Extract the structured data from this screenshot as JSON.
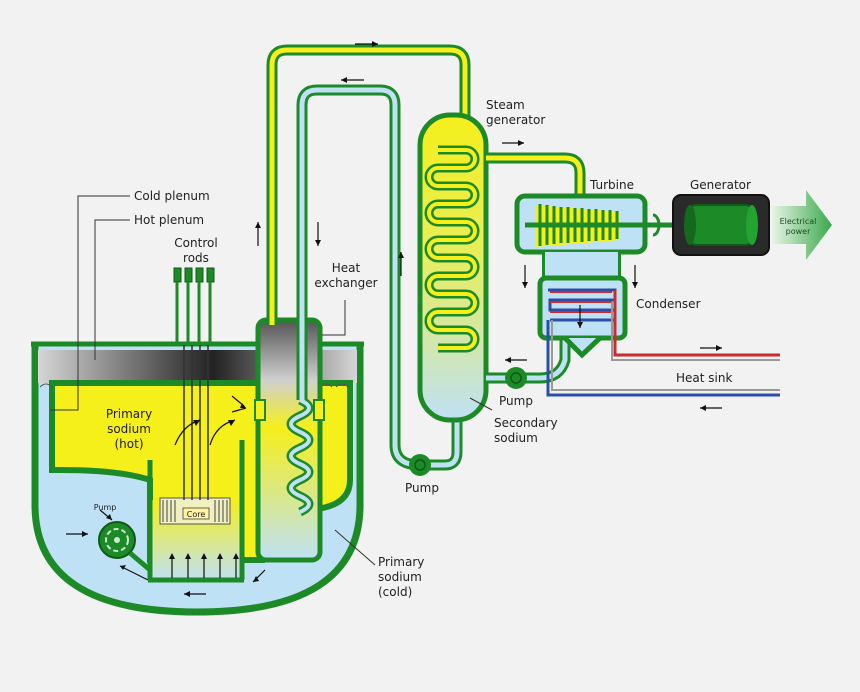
{
  "labels": {
    "cold_plenum": "Cold plenum",
    "hot_plenum": "Hot plenum",
    "control_rods_1": "Control",
    "control_rods_2": "rods",
    "heat_exchanger_1": "Heat",
    "heat_exchanger_2": "exchanger",
    "primary_hot_1": "Primary",
    "primary_hot_2": "sodium",
    "primary_hot_3": "(hot)",
    "primary_cold_1": "Primary",
    "primary_cold_2": "sodium",
    "primary_cold_3": "(cold)",
    "core": "Core",
    "pump_primary": "Pump",
    "pump_secondary": "Pump",
    "pump_steam": "Pump",
    "steam_generator_1": "Steam",
    "steam_generator_2": "generator",
    "secondary_sodium_1": "Secondary",
    "secondary_sodium_2": "sodium",
    "turbine": "Turbine",
    "generator": "Generator",
    "condenser": "Condenser",
    "heat_sink": "Heat sink",
    "electrical_power_1": "Electrical",
    "electrical_power_2": "power"
  },
  "colors": {
    "vessel_outline": "#1d8a28",
    "hot_sodium": "#f5ef1a",
    "cold_sodium": "#bfe1f5",
    "gas_dark": "#333333",
    "gas_light": "#cfcfcf",
    "condenser_hot": "#cc2b2b",
    "condenser_cold": "#2b4fa8",
    "background": "#f2f2f2"
  }
}
